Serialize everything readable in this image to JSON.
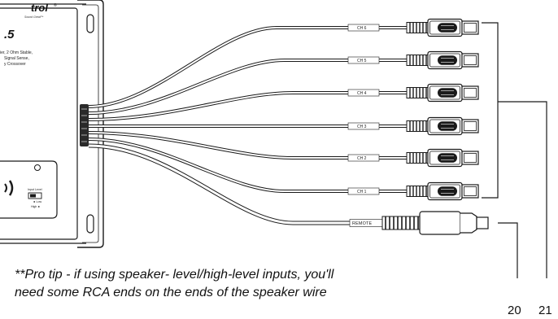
{
  "amplifier": {
    "brand": "trol",
    "brand_mark": "®",
    "tagline": "Sound Great™",
    "model": ".5",
    "description_lines": [
      "ier, 2 Ohm Stable,",
      "Signal Sense,",
      "y Crossover"
    ],
    "input_level_label": "Input Level",
    "low_label": "◄ Low",
    "high_label": "High ►"
  },
  "channel_labels": [
    "CH 6",
    "CH 5",
    "CH 4",
    "CH 3",
    "CH 2",
    "CH 1"
  ],
  "remote_label": "REMOTE",
  "callouts": [
    "20",
    "21"
  ],
  "tip_lines": [
    "**Pro tip - if using speaker- level/high-level inputs, you'll",
    "need some RCA ends on the ends of the speaker wire"
  ],
  "colors": {
    "line": "#1a1a1a",
    "background": "#ffffff"
  }
}
